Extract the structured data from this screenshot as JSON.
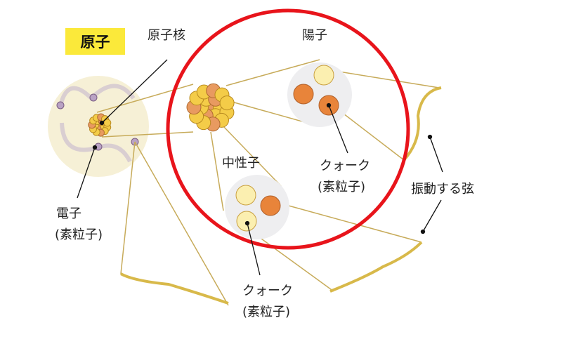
{
  "title": "原子",
  "labels": {
    "nucleus": "原子核",
    "proton": "陽子",
    "neutron": "中性子",
    "quark_top_1": "クォーク",
    "quark_top_2": "(素粒子)",
    "electron_1": "電子",
    "electron_2": "(素粒子)",
    "string": "振動する弦",
    "quark_bottom_1": "クォーク",
    "quark_bottom_2": "(素粒子)"
  },
  "colors": {
    "highlight": "#e8141b",
    "title_bg": "#fbe93a",
    "quark_orange": "#e8843a",
    "quark_light": "#fbefb0",
    "electron": "#b9a2c4",
    "atom_bg": "#f6f0d6",
    "string": "#d8b94a"
  }
}
